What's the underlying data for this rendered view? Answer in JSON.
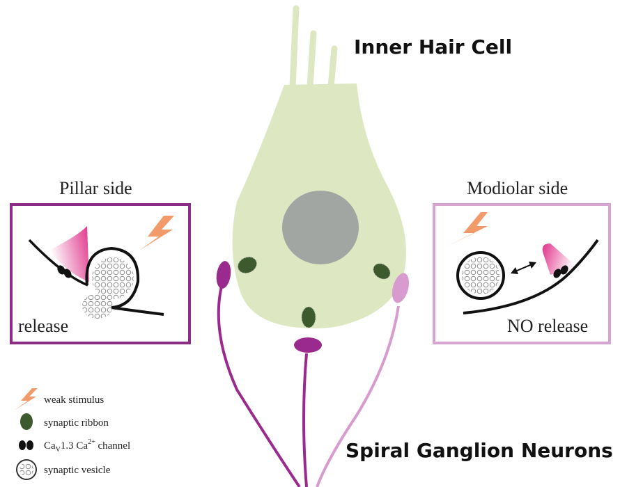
{
  "title": "Inner Hair Cell",
  "neurons_label": "Spiral Ganglion Neurons",
  "pillar": {
    "heading": "Pillar side",
    "status": "release"
  },
  "modiolar": {
    "heading": "Modiolar side",
    "status": "NO release"
  },
  "legend": {
    "stimulus": "weak stimulus",
    "ribbon": "synaptic ribbon",
    "channel_prefix": "Ca",
    "channel_sub": "V",
    "channel_mid": "1.3 Ca",
    "channel_sup": "2+",
    "channel_suffix": " channel",
    "vesicle": "synaptic vesicle"
  },
  "colors": {
    "cell_body": "#dde8c2",
    "nucleus": "#a2a6a3",
    "ribbon": "#3d5a2e",
    "neuron_dark": "#9b2a8f",
    "neuron_light": "#d79bd0",
    "stimulus": "#f39a6a",
    "pillar_box": "#8b2c85",
    "modiolar_box": "#d8a4d2",
    "pink_fill": "#e0338a"
  }
}
